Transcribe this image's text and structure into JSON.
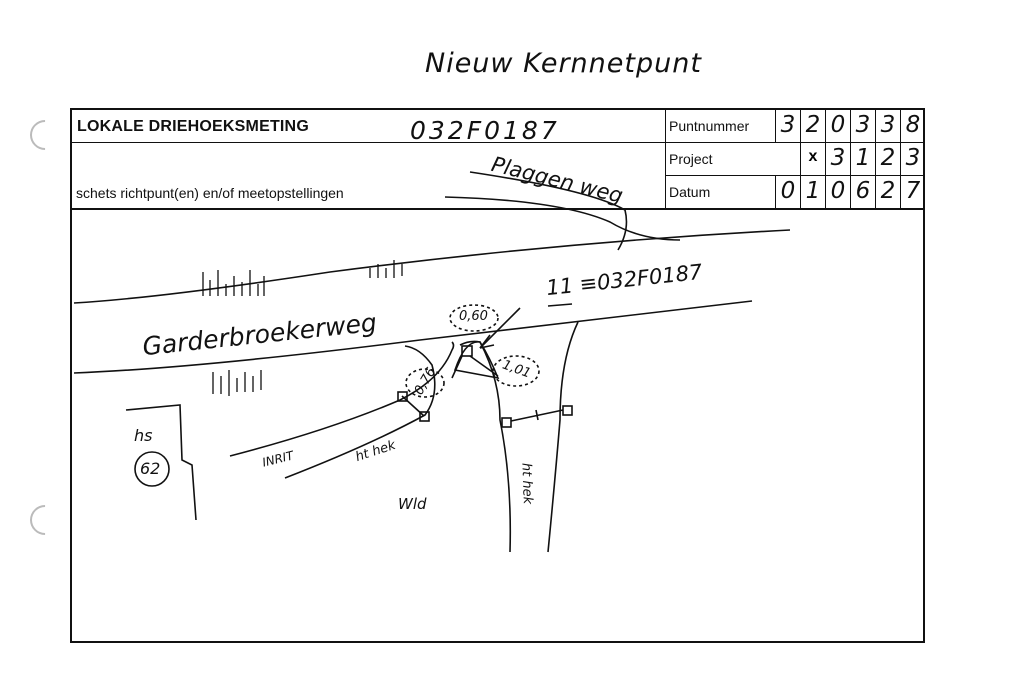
{
  "heading": "Nieuw Kernnetpunt",
  "form": {
    "title": "LOKALE DRIEHOEKSMETING",
    "title_code": "032F0187",
    "sketch_label": "schets richtpunt(en) en/of meetopstellingen",
    "puntnummer_label": "Puntnummer",
    "puntnummer_digits": [
      "3",
      "2",
      "0",
      "3",
      "3",
      "8"
    ],
    "project_label": "Project",
    "project_digits": [
      "x",
      "3",
      "1",
      "2",
      "3"
    ],
    "datum_label": "Datum",
    "datum_digits": [
      "0",
      "1",
      "0",
      "6",
      "2",
      "7"
    ]
  },
  "sketch": {
    "road_main": "Garderbroekerweg",
    "road_side": "Plaggen weg",
    "point_ref": "11 ≡032F0187",
    "dist_top": "0,60",
    "dist_left": "0,76",
    "dist_right": "1,01",
    "house": "hs",
    "house_number": "62",
    "inrit": "INRIT",
    "hek_left": "ht hek",
    "hek_right": "ht hek",
    "wld": "Wld"
  }
}
